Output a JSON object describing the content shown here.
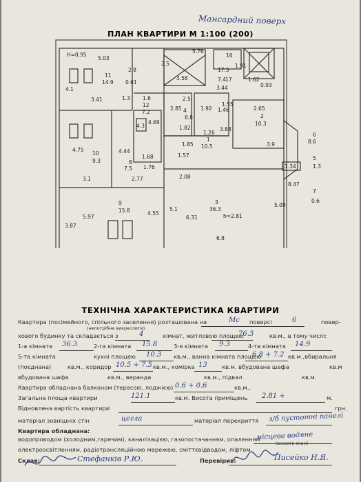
{
  "handwritten_header": "Мансардний поверх",
  "plan": {
    "title": "ПЛАН КВАРТИРИ М 1:100 (200)",
    "labels": [
      "Н=0.95",
      "5.03",
      "11",
      "14.9",
      "2.8",
      "4.1",
      "3.41",
      "0.61",
      "1.3",
      "5.76",
      "2.5",
      "3.58",
      "16",
      "17.5",
      "1.91",
      "17",
      "7.4",
      "3.44",
      "1.62",
      "0.93",
      "1.6",
      "12",
      "7.2",
      "2.85",
      "4.3",
      "4.69",
      "2.5",
      "4",
      "6.8",
      "1.82",
      "1.46",
      "1.92",
      "1.85",
      "1.55",
      "1.26",
      "3.88",
      "2.65",
      "2",
      "10.3",
      "3.9",
      "6",
      "8.6",
      "1.34",
      "5",
      "1.3",
      "10",
      "9.3",
      "4.75",
      "3.1",
      "4.44",
      "7.5",
      "1.76",
      "1.68",
      "2.77",
      "1.57",
      "1",
      "10.5",
      "8",
      "2.08",
      "8.47",
      "7",
      "0.6",
      "9",
      "15.8",
      "3.87",
      "5.97",
      "4.55",
      "5.1",
      "6.31",
      "3",
      "36.3",
      "h=2.81",
      "5.09",
      "6.8"
    ]
  },
  "tech": {
    "title": "ТЕХНІЧНА ХАРАКТЕРИСТИКА КВАРТИРИ",
    "r1a": "Квартира (посімейного, спільного заселення) розташована на",
    "r1b": "поверсі",
    "r1c": "повер-",
    "r1_floor": "Мс",
    "r1_floors": "6",
    "r1_note": "(непотрібне викреслити)",
    "r2a": "хового будинку та складається з",
    "r2b": "кімнат, житловою площею",
    "r2c": "кв.м., в тому числі:",
    "r2_rooms": "4",
    "r2_area": "76.3",
    "r3a": "1-а кімната",
    "r3b": "2-га кімната",
    "r3c": "3-я кімната",
    "r3d": "4-та кімната",
    "r3_1": "36.3",
    "r3_2": "15.8",
    "r3_3": "9.3",
    "r3_4": "14.9",
    "r4a": "5-та кімната",
    "r4b": "кухні площею",
    "r4c": "кв.м., ванна кімната площею",
    "r4d": "кв.м.,вбиральня",
    "r4_k": "10.3",
    "r4_b": "6.8 + 7.2",
    "r5a": "(поєднана)",
    "r5b": "кв.м., коридор",
    "r5c": "кв.м., комірка",
    "r5d": "кв.м. вбудована шафа",
    "r5e": "кв.м",
    "r5_corr": "10.5 + 7.5",
    "r5_pantry": "13",
    "r6a": "вбудована шафа",
    "r6b": "кв.м., веранда",
    "r6c": "кв.м., підвал",
    "r6d": "кв.м.",
    "r7a": "Квартира обладнана балконом (терасою, лоджією)",
    "r7b": "кв.м.,",
    "r7_val": "0.6 + 0.6",
    "r8a": "Загальна площа квартири",
    "r8b": "кв.м. Висота приміщень",
    "r8c": "м.",
    "r8_total": "121.1",
    "r8_h": "2.81 +",
    "r9a": "Відновлена вартість квартири",
    "r9b": "грн.",
    "r10a": "матеріал зовнішніх стін",
    "r10b": "матеріал перекриття",
    "r10_wall": "цегла",
    "r10_floor": "з/б пустотні панелі",
    "r11": "Квартира обладнана:",
    "r12a": "водопроводом (холодним,гарячим), каналізацією, газопостачанням, опаленням",
    "r12_heat": "місцеве водяне",
    "r12_note": "(вказати яким)",
    "r13": "електроосвітленням, радіотрансляційною мережею, сміттєвідводом, ліфтом",
    "r14a": "Склав:",
    "r14_comp": "Стефанків Р.Ю.",
    "r14b": "Перевірив:",
    "r14_check": "Писейко Н.Я."
  }
}
